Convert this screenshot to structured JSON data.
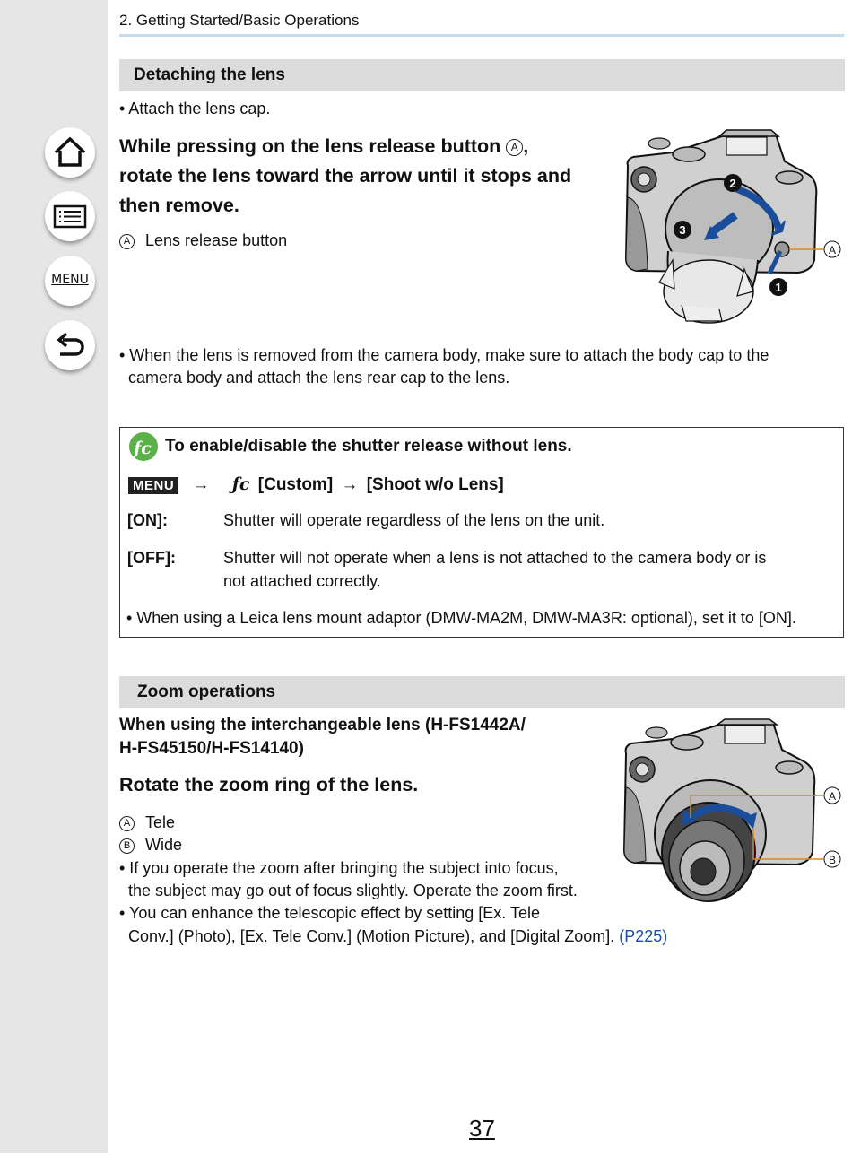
{
  "breadcrumb": "2. Getting Started/Basic Operations",
  "nav": {
    "menu_label": "MENU"
  },
  "section1": {
    "heading": "Detaching the lens",
    "bullet_cap": "• Attach the lens cap.",
    "instruction_line1": "While pressing on the lens release button",
    "instruction_marker": "A",
    "instruction_line1_end": ",",
    "instruction_line2": "rotate the lens toward the arrow until it stops and",
    "instruction_line3": "then remove.",
    "legend_marker": "A",
    "legend_text": "Lens release button",
    "note_line1": "• When the lens is removed from the camera body, make sure to attach the body cap to the",
    "note_line2": "camera body and attach the lens rear cap to the lens."
  },
  "figure1": {
    "callout_a": "A",
    "step1": "1",
    "step2": "2",
    "step3": "3"
  },
  "box": {
    "title": "To enable/disable the shutter release without lens.",
    "menu_tag": "MENU",
    "arrow": "→",
    "path_custom": "[Custom]",
    "path_item": "[Shoot w/o Lens]",
    "on_label": "[ON]:",
    "on_desc": "Shutter will operate regardless of the lens on the unit.",
    "off_label": "[OFF]:",
    "off_desc_line1": "Shutter will not operate when a lens is not attached to the camera body or is",
    "off_desc_line2": "not attached correctly.",
    "note": "• When using a Leica lens mount adaptor (DMW-MA2M, DMW-MA3R: optional), set it to [ON]."
  },
  "section2": {
    "heading": "Zoom operations",
    "sub_line1": "When using the interchangeable lens (H-FS1442A/",
    "sub_line2": "H-FS45150/H-FS14140)",
    "instruction": "Rotate the zoom ring of the lens.",
    "legend_a_marker": "A",
    "legend_a": "Tele",
    "legend_b_marker": "B",
    "legend_b": "Wide",
    "bullet1_line1": "• If you operate the zoom after bringing the subject into focus,",
    "bullet1_line2": "the subject may go out of focus slightly. Operate the zoom first.",
    "bullet2_line1": "• You can enhance the telescopic effect by setting [Ex. Tele",
    "bullet2_line2": "Conv.] (Photo), [Ex. Tele Conv.] (Motion Picture), and [Digital Zoom].",
    "bullet2_link": "(P225)"
  },
  "figure2": {
    "callout_a": "A",
    "callout_b": "B"
  },
  "page_number": "37"
}
